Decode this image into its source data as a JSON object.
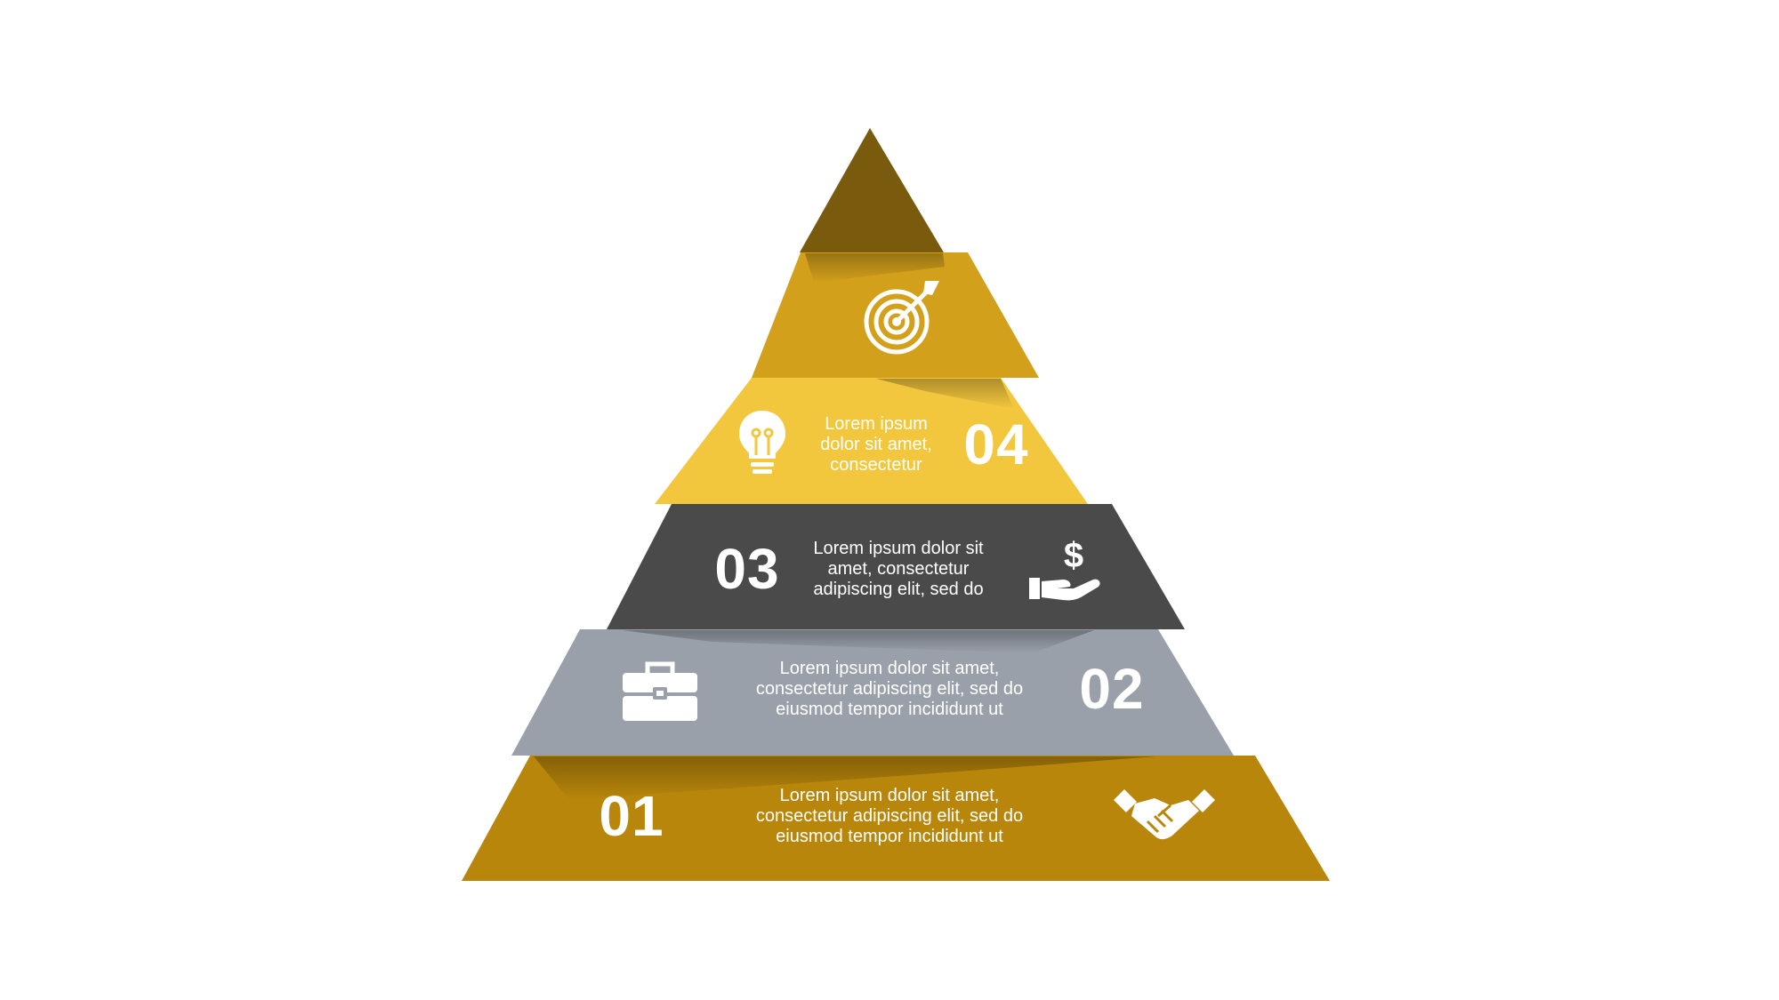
{
  "colors": {
    "tier_top": "#7a5a0c",
    "tier_target": "#d2a01a",
    "tier_04": "#f2c63d",
    "tier_03": "#4a4a4a",
    "tier_02": "#9aa0aa",
    "tier_01": "#b8860b",
    "text": "#ffffff"
  },
  "tiers": [
    {
      "id": "top",
      "icon": "none"
    },
    {
      "id": "target",
      "icon": "target-arrow-icon"
    },
    {
      "id": "04",
      "number": "04",
      "text": "Lorem ipsum\ndolor sit amet,\nconsectetur",
      "icon": "lightbulb-icon"
    },
    {
      "id": "03",
      "number": "03",
      "text": "Lorem ipsum dolor sit\namet, consectetur\nadipiscing elit, sed do",
      "icon": "hand-dollar-icon"
    },
    {
      "id": "02",
      "number": "02",
      "text": "Lorem ipsum dolor sit amet,\nconsectetur adipiscing elit, sed do\neiusmod tempor incididunt  ut",
      "icon": "briefcase-icon"
    },
    {
      "id": "01",
      "number": "01",
      "text": "Lorem ipsum dolor sit amet,\nconsectetur adipiscing elit, sed do\neiusmod tempor incididunt  ut",
      "icon": "handshake-icon"
    }
  ]
}
